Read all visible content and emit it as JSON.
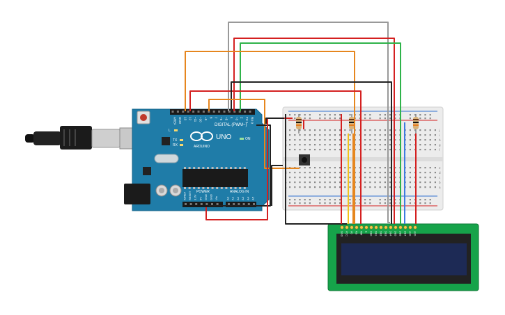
{
  "arduino": {
    "model": "UNO",
    "brand": "ARDUINO",
    "header_digital": "DIGITAL (PWM~)",
    "header_power": "POWER",
    "header_analog": "ANALOG IN",
    "digital_pins": [
      "AREF",
      "GND",
      "13",
      "12",
      "~11",
      "~10",
      "~9",
      "8",
      "7",
      "~6",
      "~5",
      "4",
      "~3",
      "2",
      "TX 1",
      "RX 0"
    ],
    "power_pins": [
      "IOREF",
      "RESET",
      "3.3V",
      "5V",
      "GND",
      "GND",
      "Vin"
    ],
    "analog_pins": [
      "A0",
      "A1",
      "A2",
      "A3",
      "A4",
      "A5"
    ],
    "led_labels": [
      "L",
      "TX",
      "RX",
      "ON"
    ]
  },
  "lcd": {
    "pin_labels": [
      "GND",
      "VCC",
      "V0",
      "RS",
      "RW",
      "E",
      "DB0",
      "DB1",
      "DB2",
      "DB3",
      "DB4",
      "DB5",
      "DB6",
      "DB7",
      "LED",
      "LED"
    ],
    "screen_color": "#1d2a55",
    "pcb_color": "#16a34a"
  },
  "breadboard": {
    "row_letters": [
      "a",
      "b",
      "c",
      "d",
      "e",
      "f",
      "g",
      "h",
      "i",
      "j"
    ]
  },
  "colors": {
    "board": "#1f7ca8",
    "wire_red": "#d42020",
    "wire_black": "#222222",
    "wire_orange": "#e6861e",
    "wire_green": "#2fb34a",
    "wire_gray": "#999999",
    "wire_yellow": "#f2c21b"
  }
}
